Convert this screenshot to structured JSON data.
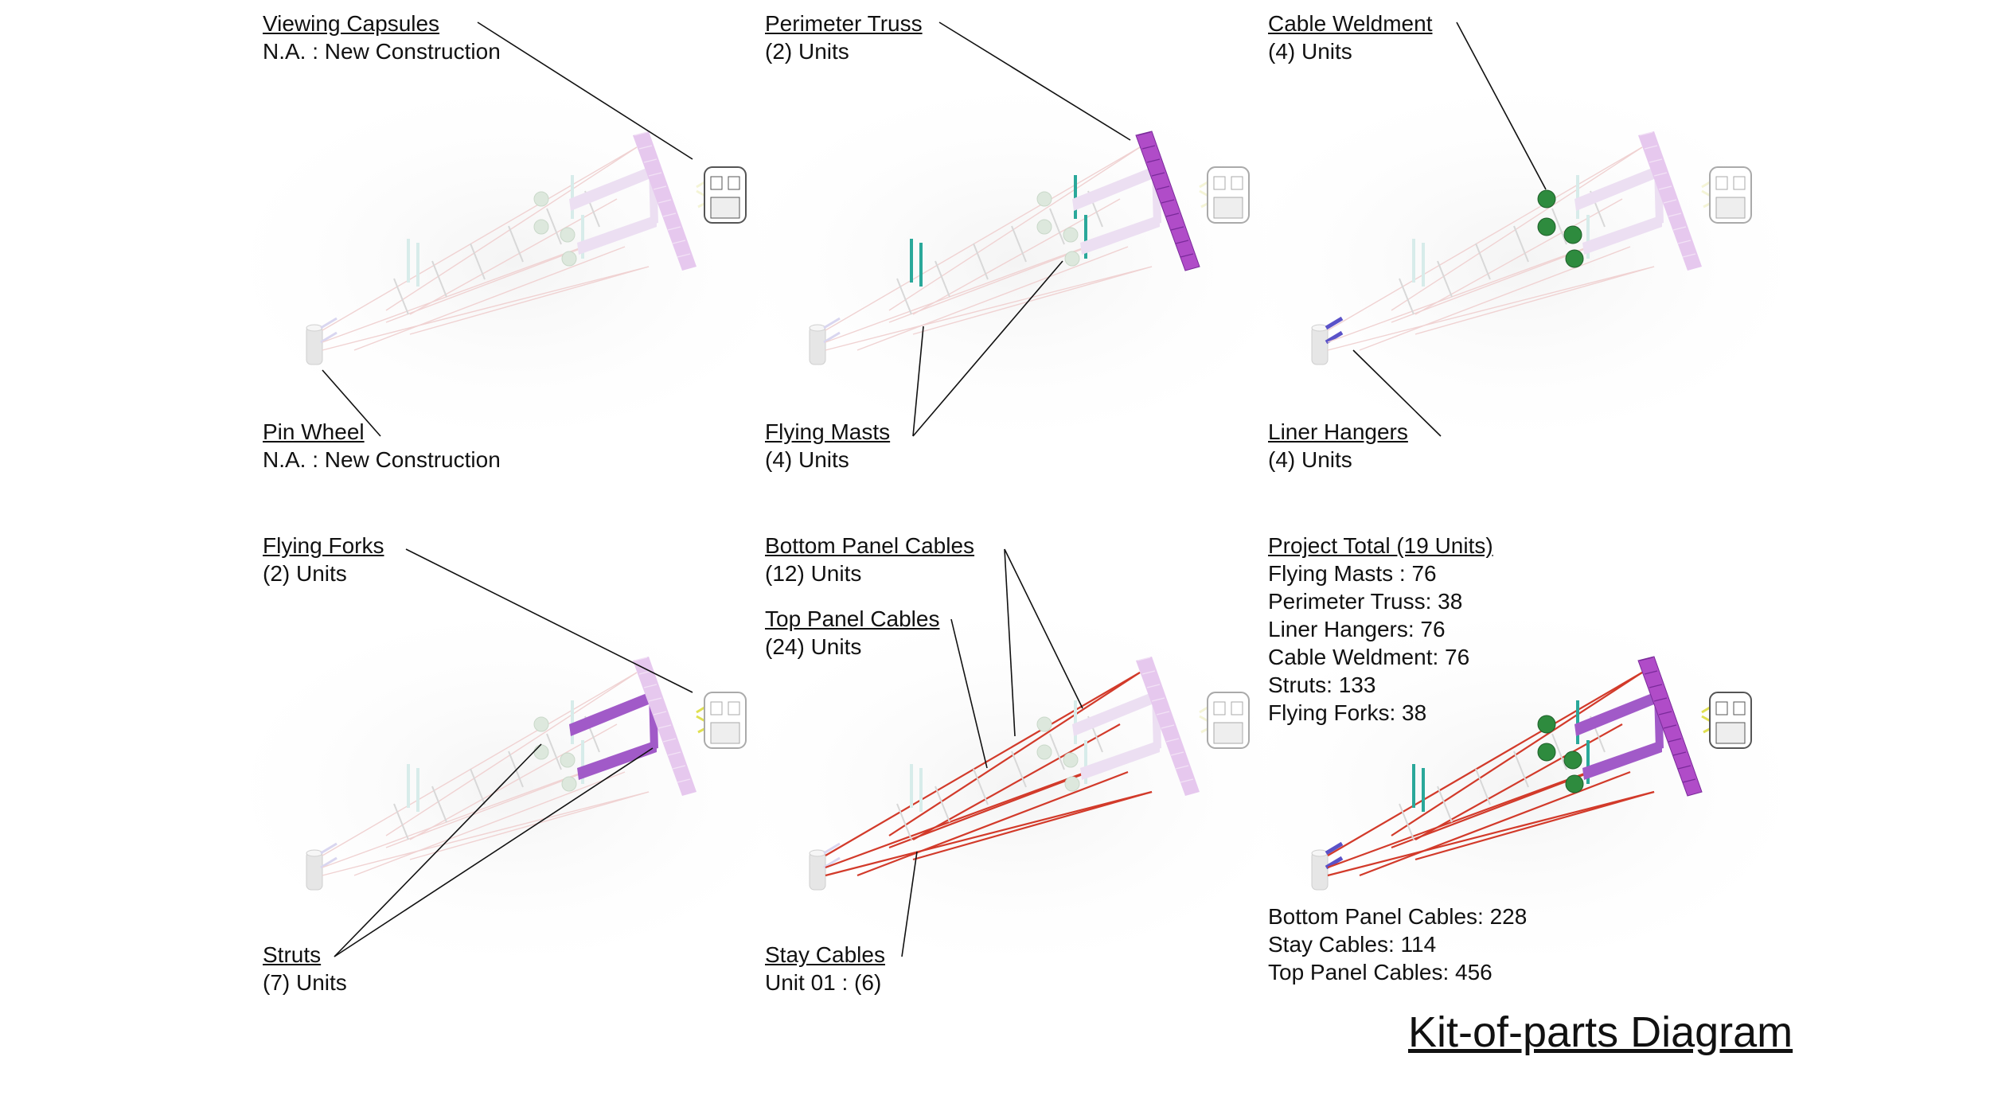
{
  "panels": [
    {
      "top": {
        "title": "Viewing Capsules",
        "detail": "N.A. : New Construction"
      },
      "bottom": {
        "title": "Pin Wheel",
        "detail": "N.A. : New Construction"
      }
    },
    {
      "top": {
        "title": "Perimeter Truss",
        "detail": "(2) Units"
      },
      "bottom": {
        "title": "Flying Masts",
        "detail": "(4) Units"
      }
    },
    {
      "top": {
        "title": "Cable Weldment",
        "detail": "(4) Units"
      },
      "bottom": {
        "title": "Liner Hangers",
        "detail": "(4) Units"
      }
    },
    {
      "top": {
        "title": "Flying Forks",
        "detail": "(2) Units"
      },
      "bottom": {
        "title": "Struts",
        "detail": "(7) Units"
      }
    },
    {
      "top": {
        "title": "Bottom Panel Cables",
        "detail": "(12) Units"
      },
      "middle": {
        "title": "Top Panel Cables",
        "detail": "(24) Units"
      },
      "bottom": {
        "title": "Stay Cables",
        "detail": "Unit 01 : (6)"
      }
    }
  ],
  "total": {
    "title": "Project Total  (19 Units)",
    "lines": [
      "Flying Masts : 76",
      "Perimeter Truss: 38",
      "Liner Hangers: 76",
      "Cable Weldment: 76",
      "Struts:  133",
      "Flying Forks: 38"
    ],
    "lines_bottom": [
      "Bottom Panel Cables: 228",
      "Stay Cables: 114",
      "Top Panel Cables: 456"
    ]
  },
  "page_title": "Kit-of-parts Diagram",
  "colors": {
    "truss": "#b04cc8",
    "truss_faded": "#e6c8ee",
    "weldment": "#2e8b3e",
    "mast": "#2aa89a",
    "hanger": "#5a52c8",
    "cable_red": "#d23a2a",
    "fork": "#e0e050",
    "leader": "#111111"
  }
}
